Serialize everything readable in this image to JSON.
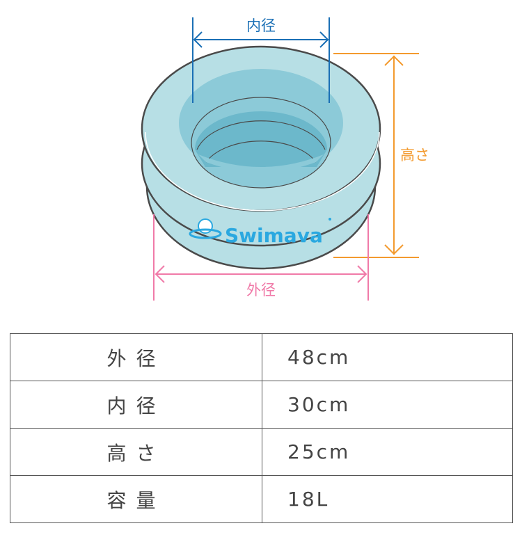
{
  "diagram": {
    "inner_label": "内径",
    "height_label": "高さ",
    "outer_label": "外径",
    "brand_logo": "Swimava",
    "colors": {
      "inner": "#1a6fb5",
      "height": "#f39a2e",
      "outer": "#f07aa8",
      "body": "#b7dfe5",
      "inner_body": "#8ccad8"
    }
  },
  "specs": [
    {
      "label": "外径",
      "value": "48cm"
    },
    {
      "label": "内径",
      "value": "30cm"
    },
    {
      "label": "高さ",
      "value": "25cm"
    },
    {
      "label": "容量",
      "value": "18L"
    }
  ]
}
